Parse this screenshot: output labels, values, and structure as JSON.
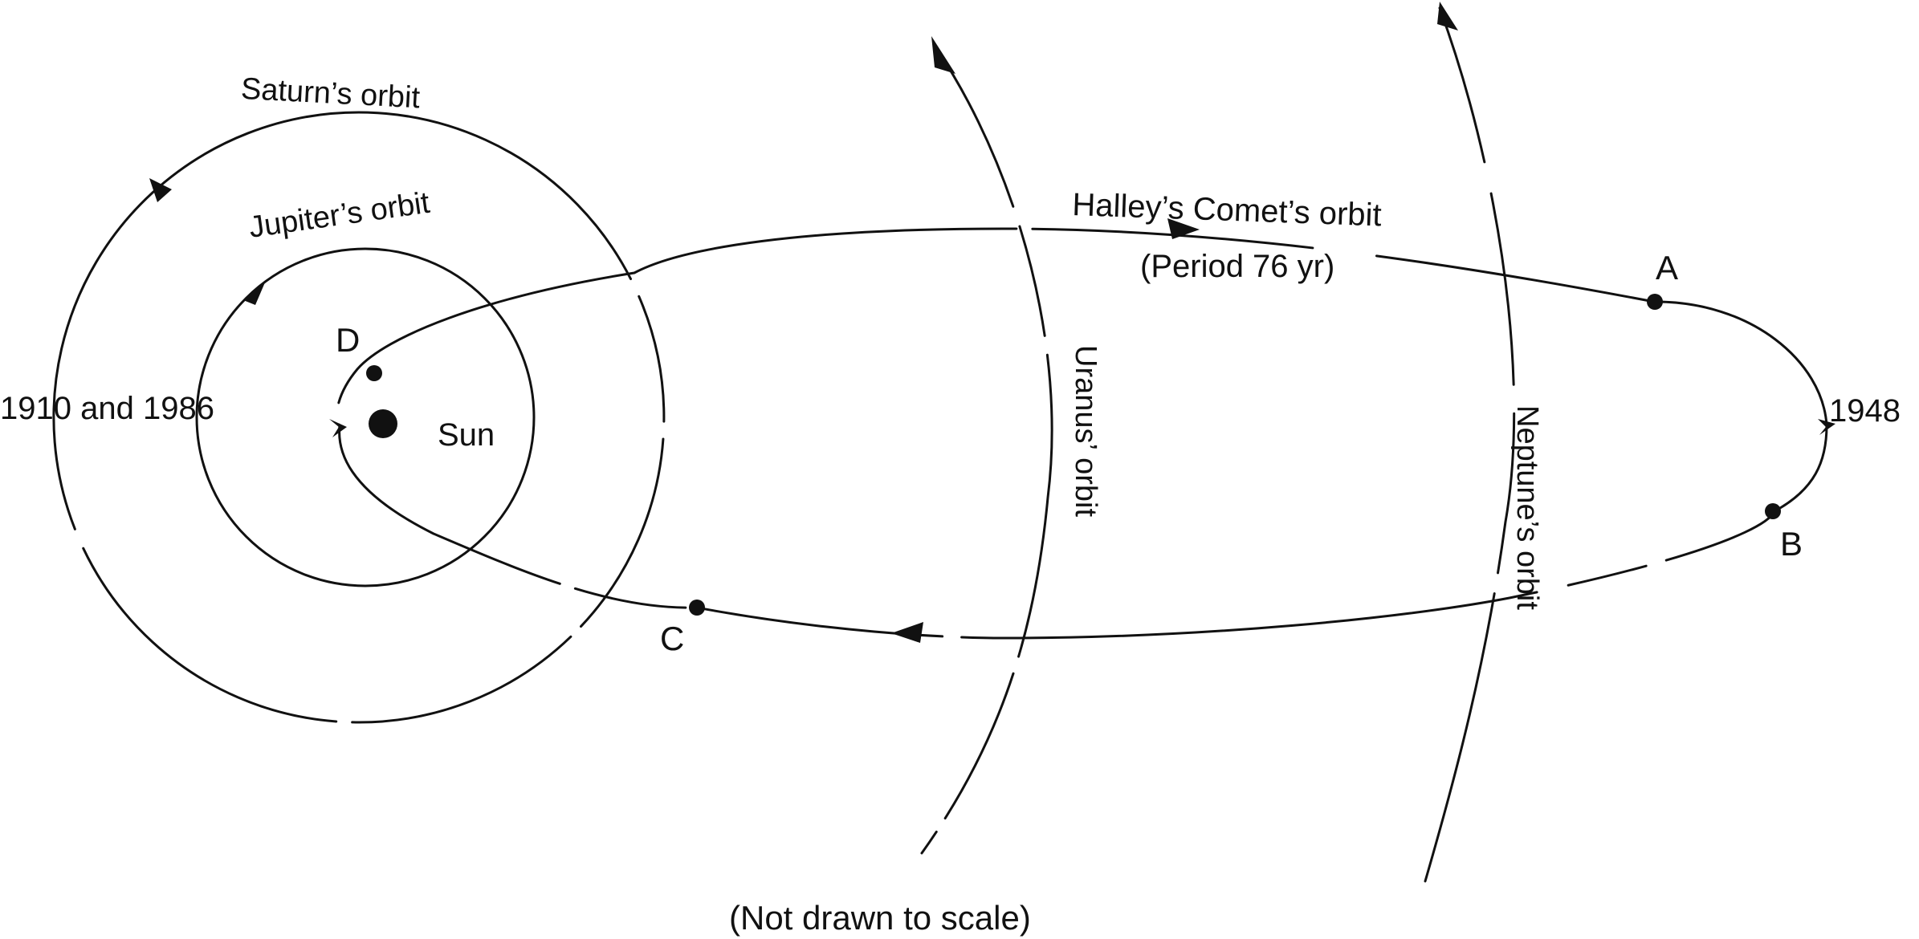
{
  "diagram": {
    "caption": "(Not drawn to scale)",
    "sun": {
      "label": "Sun"
    },
    "orbits": {
      "saturn": {
        "label": "Saturn’s orbit"
      },
      "jupiter": {
        "label": "Jupiter’s orbit"
      },
      "uranus": {
        "label": "Uranus’ orbit"
      },
      "neptune": {
        "label": "Neptune’s orbit"
      },
      "halley": {
        "label": "Halley’s Comet’s orbit",
        "period": "(Period 76 yr)"
      }
    },
    "positions": {
      "A": "A",
      "B": "B",
      "C": "C",
      "D": "D",
      "perihelion": "1910 and 1986",
      "aphelion": "1948"
    },
    "colors": {
      "ink": "#111111",
      "background": "#ffffff"
    }
  }
}
